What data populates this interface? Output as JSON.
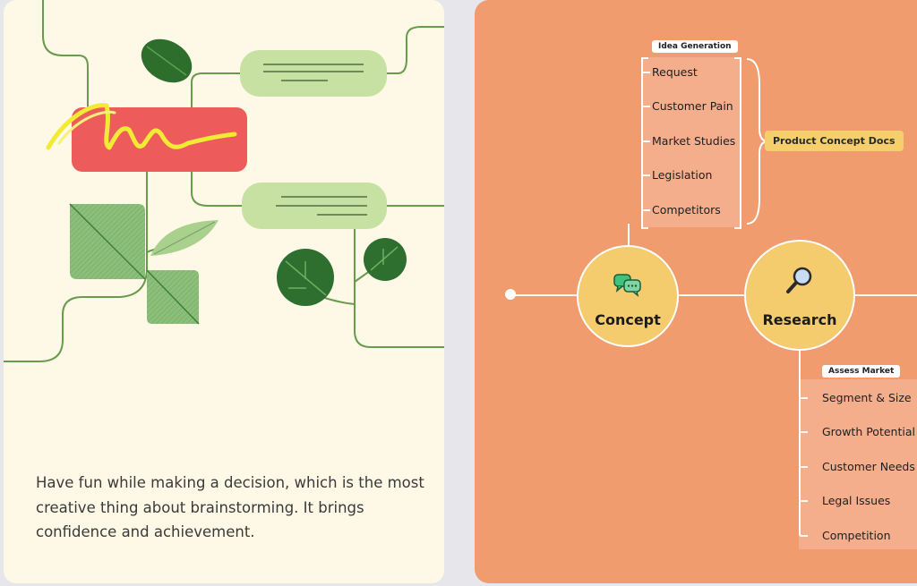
{
  "left_card": {
    "description": "Have fun while making a decision, which is the most creative thing about brainstorming. It brings confidence and achievement."
  },
  "mindmap": {
    "nodes": [
      {
        "label": "Concept",
        "icon": "speech-bubbles-icon"
      },
      {
        "label": "Research",
        "icon": "magnifier-icon"
      }
    ],
    "idea_generation": {
      "tag": "Idea Generation",
      "items": [
        "Request",
        "Customer Pain",
        "Market Studies",
        "Legislation",
        "Competitors"
      ],
      "summary": "Product Concept Docs"
    },
    "assess_market": {
      "tag": "Assess Market",
      "items": [
        "Segment & Size",
        "Growth Potential",
        "Customer Needs",
        "Legal Issues",
        "Competition"
      ]
    }
  },
  "colors": {
    "left_bg": "#fdf9e6",
    "right_bg": "#f09c6e",
    "node_fill": "#f4cc6d",
    "list_panel": "#f5ae8c",
    "stem_green": "#6a9a4e",
    "red_box": "#ee5b5b",
    "scribble_yellow": "#f3ea35"
  }
}
